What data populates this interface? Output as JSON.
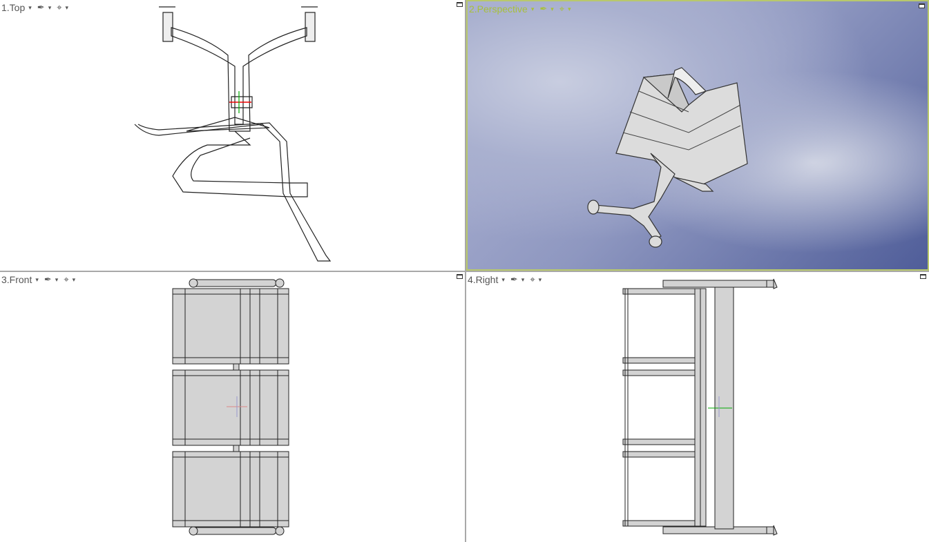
{
  "viewports": [
    {
      "label": "1.Top",
      "view": "top"
    },
    {
      "label": "2.Perspective",
      "view": "perspective"
    },
    {
      "label": "3.Front",
      "view": "front"
    },
    {
      "label": "4.Right",
      "view": "right"
    }
  ],
  "icons": {
    "shading": "pen-icon",
    "snap": "crosshair-icon",
    "dropdown": "caret-down-icon",
    "maximize": "maximize-icon"
  },
  "glyphs": {
    "caret": "▾",
    "pen": "✒",
    "crosshair": "⌖"
  },
  "colors": {
    "active_border": "#b8c86c",
    "active_label": "#a8c03a",
    "model_fill": "#d3d3d3"
  }
}
